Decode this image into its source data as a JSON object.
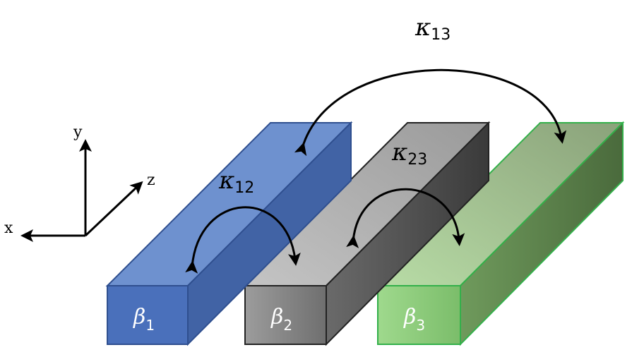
{
  "axes": {
    "x_label": "x",
    "y_label": "y",
    "z_label": "z"
  },
  "waveguides": [
    {
      "symbol": "β",
      "index": "1",
      "color_front": "#4a70bb",
      "color_top": "#6e91cf",
      "color_side": "#4163a5",
      "stroke": "#2f4f8f"
    },
    {
      "symbol": "β",
      "index": "2",
      "color_front": "#8a8a8a",
      "color_top": "#b5b5b5",
      "color_side": "#6a6a6a",
      "stroke": "#222222"
    },
    {
      "symbol": "β",
      "index": "3",
      "color_front": "#8ccf78",
      "color_top": "#a3cf8e",
      "color_side": "#5e8a4c",
      "stroke": "#33b04a"
    }
  ],
  "couplings": [
    {
      "symbol": "κ",
      "index": "12"
    },
    {
      "symbol": "κ",
      "index": "23"
    },
    {
      "symbol": "κ",
      "index": "13"
    }
  ]
}
